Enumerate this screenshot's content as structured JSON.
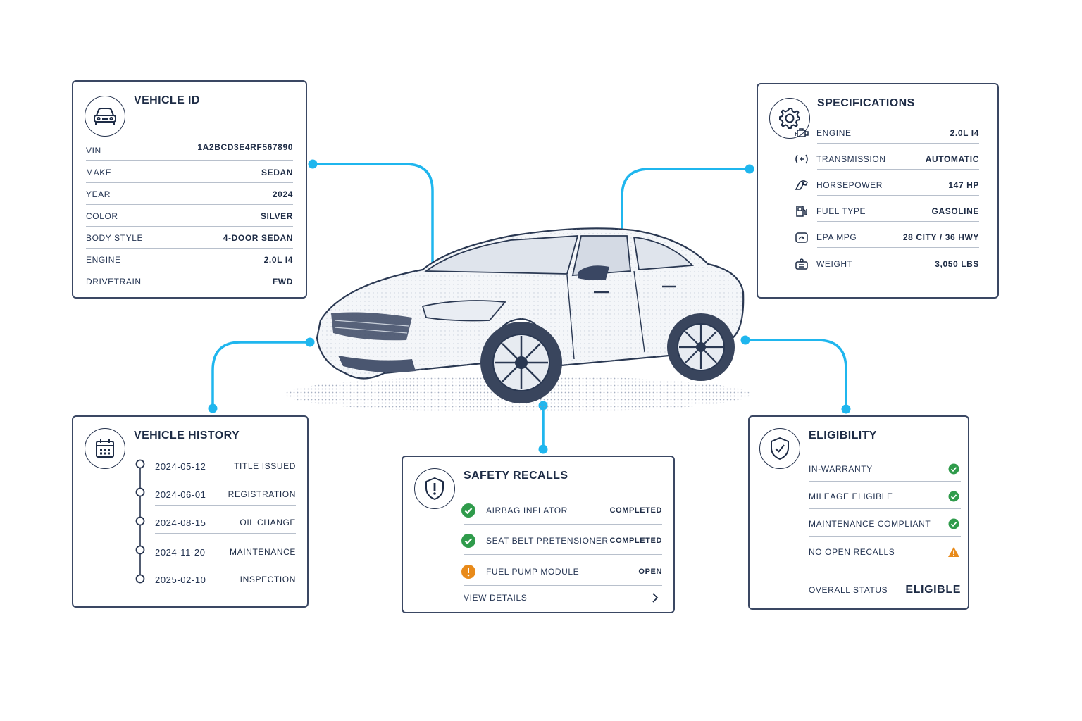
{
  "vehicle_id": {
    "title": "VEHICLE ID",
    "icon": "car-front-icon",
    "rows": [
      {
        "label": "VIN",
        "value": "1A2BCD3E4RF567890"
      },
      {
        "label": "MAKE",
        "value": "SEDAN"
      },
      {
        "label": "YEAR",
        "value": "2024"
      },
      {
        "label": "COLOR",
        "value": "SILVER"
      },
      {
        "label": "BODY STYLE",
        "value": "4-DOOR SEDAN"
      },
      {
        "label": "ENGINE",
        "value": "2.0L I4"
      },
      {
        "label": "DRIVETRAIN",
        "value": "FWD"
      }
    ]
  },
  "specifications": {
    "title": "SPECIFICATIONS",
    "icon": "gear-icon",
    "rows": [
      {
        "icon": "engine-icon",
        "label": "ENGINE",
        "value": "2.0L I4"
      },
      {
        "icon": "transmission-icon",
        "label": "TRANSMISSION",
        "value": "AUTOMATIC"
      },
      {
        "icon": "horsepower-icon",
        "label": "HORSEPOWER",
        "value": "147 HP"
      },
      {
        "icon": "fuel-pump-icon",
        "label": "FUEL TYPE",
        "value": "GASOLINE"
      },
      {
        "icon": "mpg-gauge-icon",
        "label": "EPA MPG",
        "value": "28 CITY / 36 HWY"
      },
      {
        "icon": "weight-icon",
        "label": "WEIGHT",
        "value": "3,050 LBS"
      }
    ]
  },
  "vehicle_history": {
    "title": "VEHICLE HISTORY",
    "icon": "calendar-icon",
    "events": [
      {
        "date": "2024-05-12",
        "event": "TITLE ISSUED"
      },
      {
        "date": "2024-06-01",
        "event": "REGISTRATION"
      },
      {
        "date": "2024-08-15",
        "event": "OIL CHANGE"
      },
      {
        "date": "2024-11-20",
        "event": "MAINTENANCE"
      },
      {
        "date": "2025-02-10",
        "event": "INSPECTION"
      }
    ]
  },
  "safety_recalls": {
    "title": "SAFETY RECALLS",
    "icon": "shield-alert-icon",
    "items": [
      {
        "icon": "check-circle-icon",
        "label": "AIRBAG INFLATOR",
        "status": "COMPLETED"
      },
      {
        "icon": "check-circle-icon",
        "label": "SEAT BELT PRETENSIONER",
        "status": "COMPLETED"
      },
      {
        "icon": "warning-icon",
        "label": "FUEL PUMP MODULE",
        "status": "OPEN"
      }
    ],
    "view_details": "VIEW DETAILS"
  },
  "eligibility": {
    "title": "ELIGIBILITY",
    "icon": "shield-check-icon",
    "items": [
      {
        "label": "IN-WARRANTY",
        "icon": "check-circle-icon"
      },
      {
        "label": "MILEAGE ELIGIBLE",
        "icon": "check-circle-icon"
      },
      {
        "label": "MAINTENANCE COMPLIANT",
        "icon": "check-circle-icon"
      },
      {
        "label": "NO OPEN RECALLS",
        "icon": "warning-icon"
      }
    ],
    "overall_label": "OVERALL STATUS",
    "overall_value": "ELIGIBLE"
  },
  "colors": {
    "connector": "#1fb6ee",
    "border": "#3a4763",
    "text": "#1d2b45",
    "ok": "#2f9b4b",
    "warn": "#e88a1a"
  }
}
